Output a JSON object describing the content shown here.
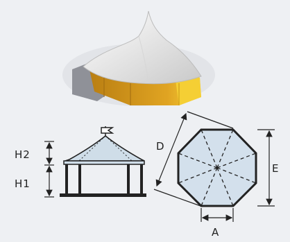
{
  "labels": {
    "h2": "H2",
    "h1": "H1",
    "d": "D",
    "e": "E",
    "a": "A"
  },
  "colors": {
    "background": "#eef0f3",
    "canopy": "#f0f0f0",
    "wall": "#d89a1a",
    "wall_light": "#f3c52a",
    "roof_fill": "#cfdde8",
    "octagon_fill": "#d3e0ec",
    "line": "#222222"
  },
  "icons": [
    "tent-rendering",
    "tent-side-view",
    "tent-top-view-octagon",
    "flag-icon"
  ]
}
